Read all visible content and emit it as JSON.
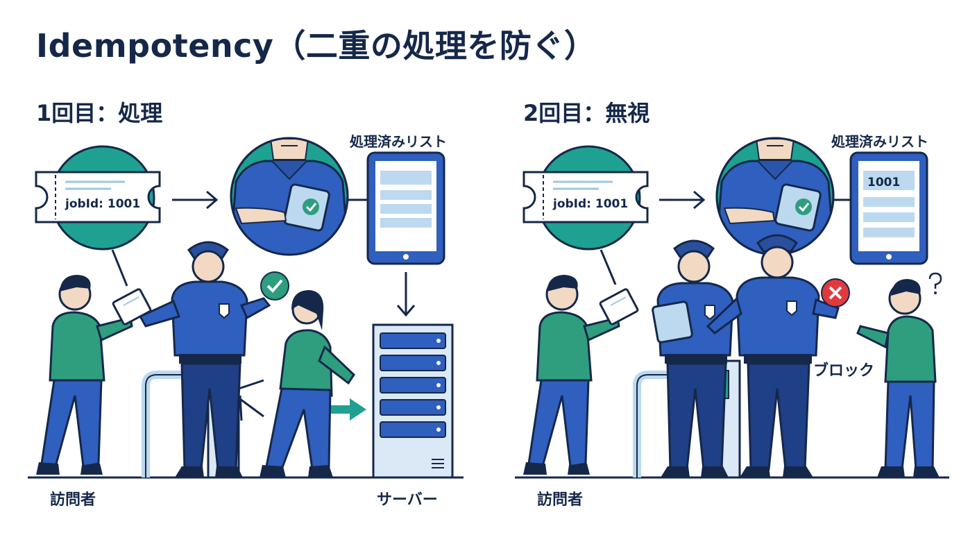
{
  "title": "Idempotency（二重の処理を防ぐ）",
  "left": {
    "heading": "1回目：処理",
    "list_label": "処理済みリスト",
    "ticket_text": "jobId: 1001",
    "visitor_label": "訪問者",
    "server_label": "サーバー",
    "list_entries": []
  },
  "right": {
    "heading": "2回目：無視",
    "list_label": "処理済みリスト",
    "ticket_text": "jobId: 1001",
    "visitor_label": "訪問者",
    "block_label": "ブロック",
    "list_entries": [
      "1001"
    ]
  },
  "colors": {
    "navy": "#15284a",
    "blue": "#2f5fbf",
    "teal": "#1fa192",
    "green": "#2f9e7f",
    "light_blue": "#bcd9ef",
    "red": "#e03a3e"
  }
}
